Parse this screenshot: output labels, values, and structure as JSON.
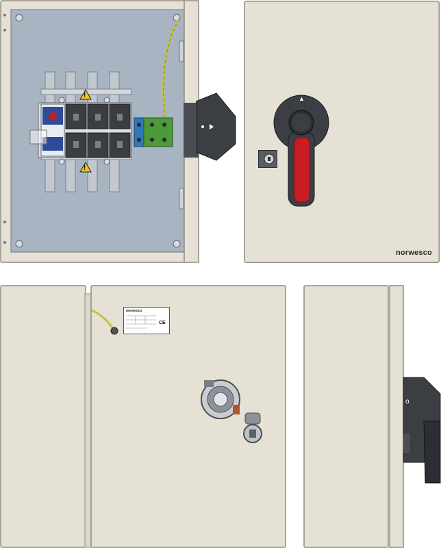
{
  "views": {
    "open_interior": {
      "caution_symbol": "!"
    },
    "front_closed": {
      "brand": "norwesco",
      "handle_position_mark": "▲"
    },
    "door_inside": {
      "brand": "norwesco",
      "certification_mark": "CE"
    },
    "side_profile": {
      "switch_mark": "o"
    }
  },
  "colors": {
    "enclosure": "#e5e1d5",
    "enclosure_edge": "#8f8b80",
    "backplate": "#a8b4c2",
    "handle_red": "#c81d25",
    "handle_dark": "#3b3e42",
    "earth_wire": "#c8c23a",
    "terminal_green": "#4c9a3c",
    "terminal_blue": "#2f79b8"
  },
  "icons": [
    "warning-triangle-icon",
    "lock-key-icon",
    "mounting-screw-icon",
    "ce-mark-icon"
  ]
}
